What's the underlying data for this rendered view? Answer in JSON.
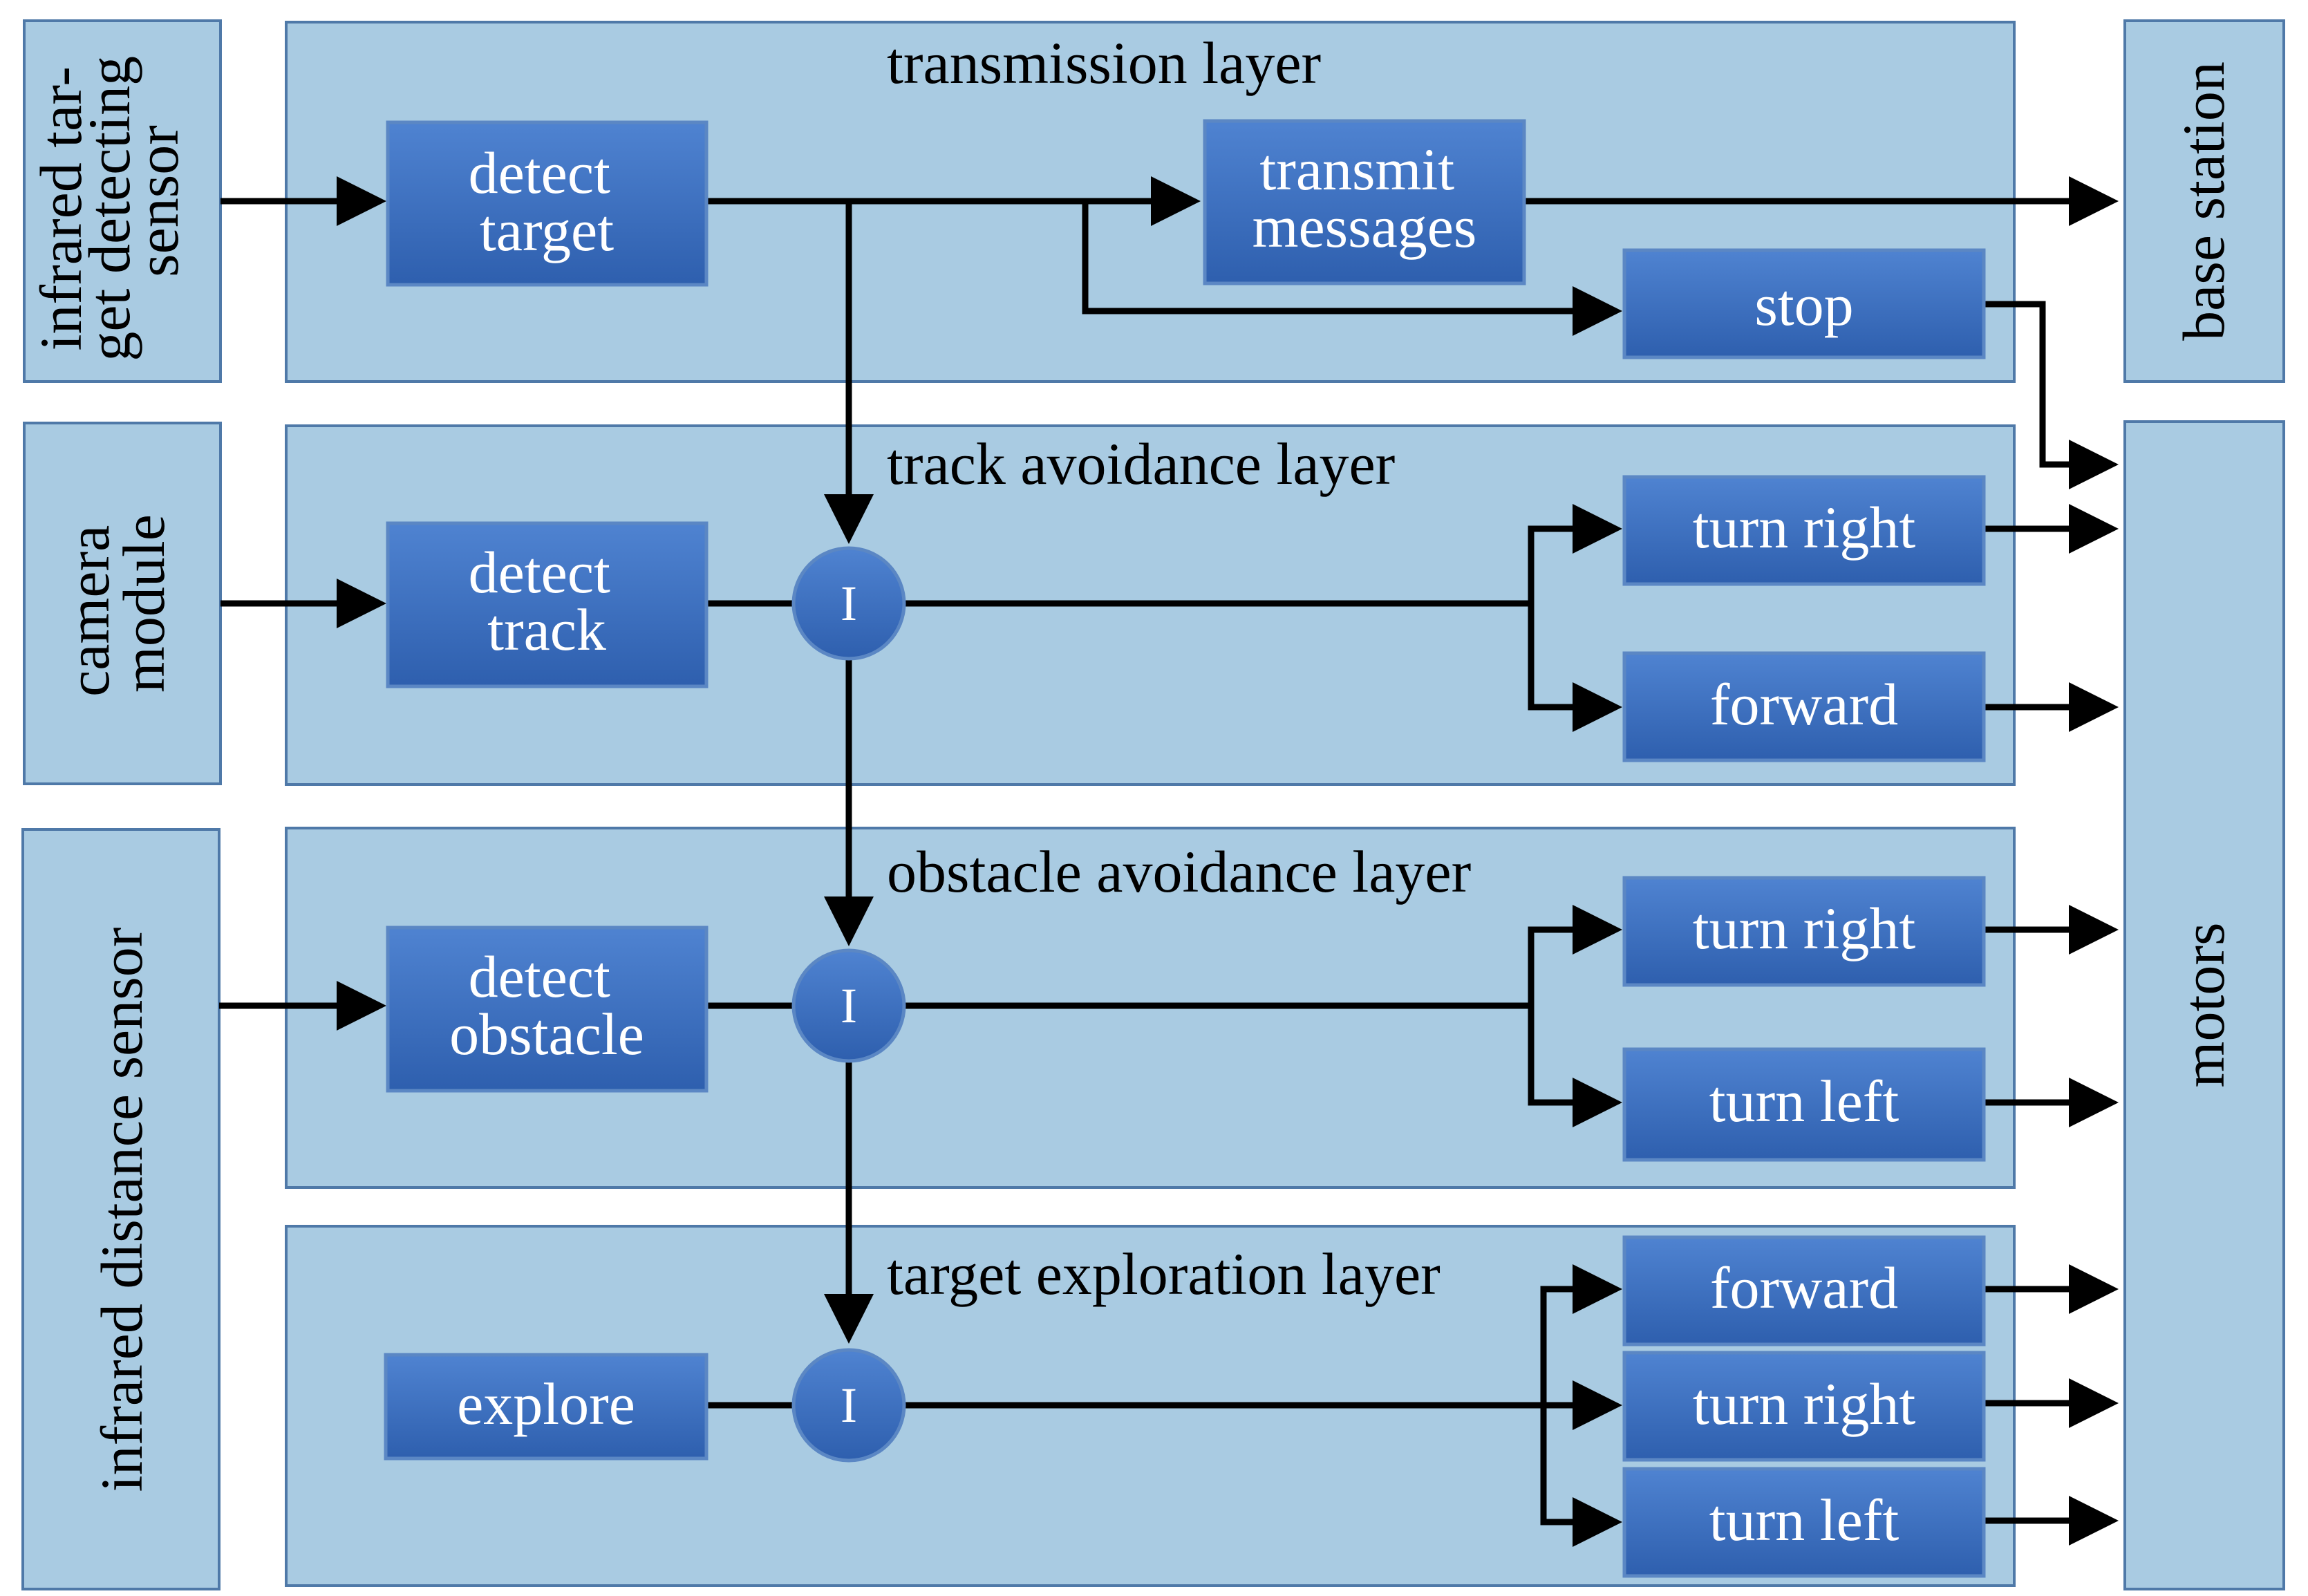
{
  "colors": {
    "panel_fill": "#a9cbe2",
    "panel_border": "#4f79a8",
    "box_fill_top": "#4f83d1",
    "box_fill_bottom": "#2e5fae",
    "box_text": "#ffffff",
    "arrow": "#000000"
  },
  "inputs": {
    "infrared_target_sensor": [
      "infrared tar-",
      "get detecting",
      "sensor"
    ],
    "camera_module": [
      "camera",
      "module"
    ],
    "infrared_distance_sensor": [
      "infrared distance sensor"
    ]
  },
  "outputs": {
    "base_station": "base station",
    "motors": "motors"
  },
  "layers": {
    "transmission": {
      "title": "transmission layer",
      "detect": [
        "detect",
        "target"
      ],
      "transmit": [
        "transmit",
        "messages"
      ],
      "stop": "stop"
    },
    "track": {
      "title": "track avoidance layer",
      "detect": [
        "detect",
        "track"
      ],
      "node": "I",
      "actions": [
        "turn right",
        "forward"
      ]
    },
    "obstacle": {
      "title": "obstacle avoidance layer",
      "detect": [
        "detect",
        "obstacle"
      ],
      "node": "I",
      "actions": [
        "turn right",
        "turn left"
      ]
    },
    "exploration": {
      "title": "target exploration layer",
      "detect": "explore",
      "node": "I",
      "actions": [
        "forward",
        "turn right",
        "turn left"
      ]
    }
  }
}
